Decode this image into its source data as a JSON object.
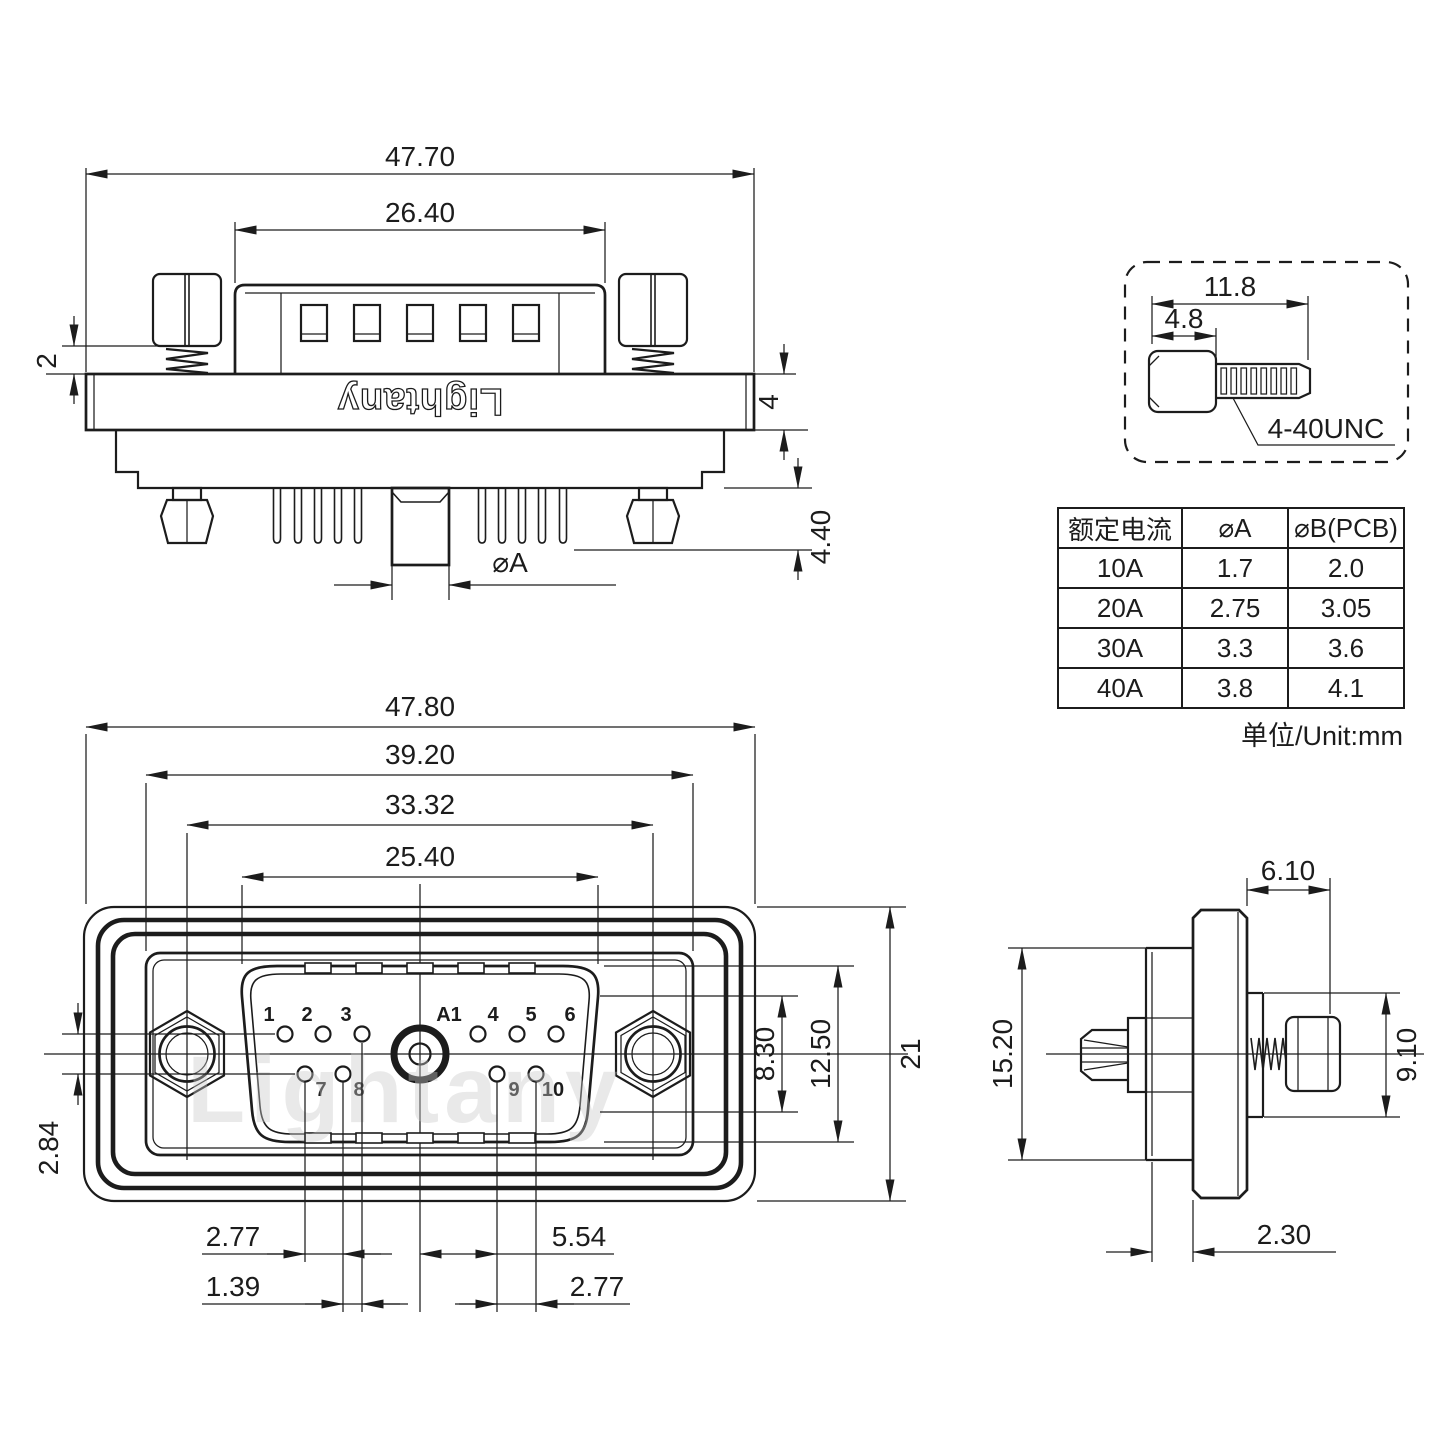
{
  "brand": {
    "logo": "Lightany",
    "watermark": "Lightany"
  },
  "top_view": {
    "dim_overall_width": "47.70",
    "dim_insulator_width": "26.40",
    "dim_screw_protrusion": "2",
    "dim_flange_thickness": "4",
    "dim_pin_length": "4.40",
    "dim_center_pin_dia": "⌀A"
  },
  "front_view": {
    "dim_housing_width": "47.80",
    "dim_shell_width": "39.20",
    "dim_mount_hole_spacing": "33.32",
    "dim_insert_width": "25.40",
    "dim_row_spacing": "2.84",
    "dim_insert_height": "8.30",
    "dim_opening_height": "12.50",
    "dim_housing_height": "21",
    "dim_pin_pitch_left": "2.77",
    "dim_row_offset": "1.39",
    "dim_coax_spacing": "5.54",
    "dim_pin_pitch_right": "2.77",
    "pins_top": [
      "1",
      "2",
      "3",
      "A1",
      "4",
      "5",
      "6"
    ],
    "pins_bottom": [
      "7",
      "8",
      "9",
      "10"
    ]
  },
  "side_view": {
    "dim_front_depth": "6.10",
    "dim_body_height": "15.20",
    "dim_rear_height": "9.10",
    "dim_rear_lip": "2.30"
  },
  "screw_detail": {
    "dim_total_length": "11.8",
    "dim_head_length": "4.8",
    "thread_spec": "4-40UNC"
  },
  "spec_table": {
    "headers": [
      "额定电流",
      "⌀A",
      "⌀B(PCB)"
    ],
    "rows": [
      [
        "10A",
        "1.7",
        "2.0"
      ],
      [
        "20A",
        "2.75",
        "3.05"
      ],
      [
        "30A",
        "3.3",
        "3.6"
      ],
      [
        "40A",
        "3.8",
        "4.1"
      ]
    ],
    "unit_note": "单位/Unit:mm"
  }
}
